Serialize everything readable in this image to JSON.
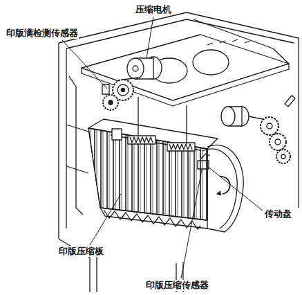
{
  "diagram": {
    "labels": [
      "压缩电机",
      "印版满检测传感器",
      "传动盘",
      "印版压缩板",
      "印版压缩传感器"
    ]
  }
}
